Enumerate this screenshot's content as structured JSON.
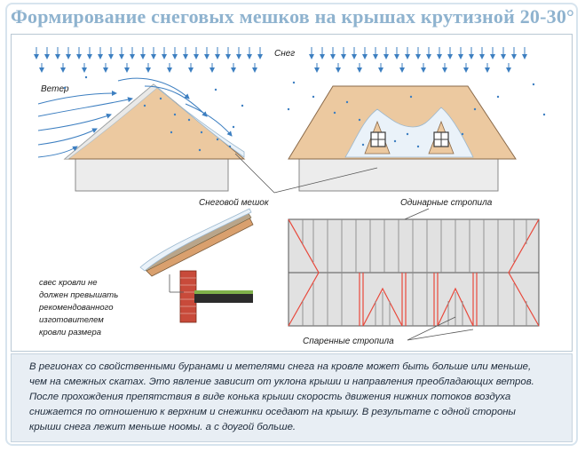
{
  "title": "Формирование снеговых мешков на крышах крутизной 20-30°",
  "labels": {
    "snow": "Снег",
    "wind": "Ветер",
    "snow_bag": "Снеговой мешок",
    "single_rafters": "Одинарные стропила",
    "paired_rafters": "Спаренные стропила",
    "eave_note": [
      "свес кровли не",
      "должен превышать",
      "рекомендованного",
      "изготовителем",
      "кровли размера"
    ]
  },
  "caption": [
    "В регионах со свойственными буранами и метелями снега на кровле может быть больше или меньше,",
    "чем на смежных скатах.  Это явление зависит от уклона крыши и направления преобладающих ветров.",
    "После прохождения препятствия в виде конька крыши скорость движения нижних потоков воздуха",
    "снижается по отношению к верхним и снежинки оседают на крышу. В результате с одной стороны",
    "крыши снега лежит меньше ноомы. а с доугой больше."
  ],
  "colors": {
    "title": "#8fb3cf",
    "roof": "#ecc9a0",
    "wall": "#ececec",
    "snow": "#eaf2f9",
    "arrow": "#3d7fc1",
    "rafter_red": "#e8483b",
    "caption_bg": "#e8eef4"
  }
}
